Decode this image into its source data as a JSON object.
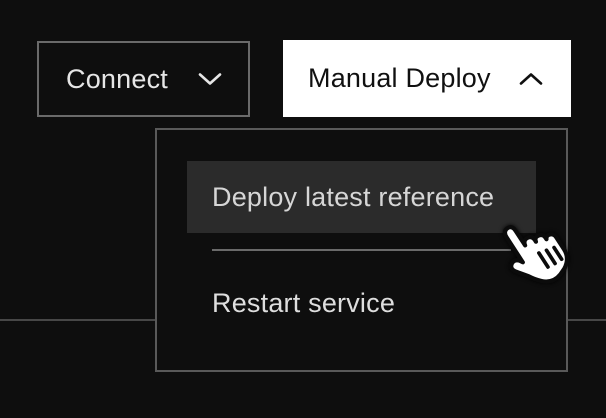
{
  "theme": {
    "background": "#0e0e0e",
    "panel_border": "#595959",
    "page_rule": "#474747",
    "connect_border": "#6a6a6a",
    "highlight_bg": "#2b2b2b",
    "text_light": "#dedede",
    "deploy_button_bg": "#ffffff",
    "deploy_button_text": "#101010"
  },
  "toolbar": {
    "connect": {
      "label": "Connect",
      "icon": "chevron-down",
      "state": "collapsed"
    },
    "manual_deploy": {
      "label": "Manual Deploy",
      "icon": "chevron-up",
      "state": "expanded"
    }
  },
  "deploy_menu": {
    "items": [
      {
        "label": "Deploy latest reference",
        "state": "hovered"
      },
      {
        "label": "Restart service",
        "state": "default"
      }
    ]
  },
  "cursor": {
    "type": "pointer-hand-cursor",
    "target": "Deploy latest reference"
  }
}
